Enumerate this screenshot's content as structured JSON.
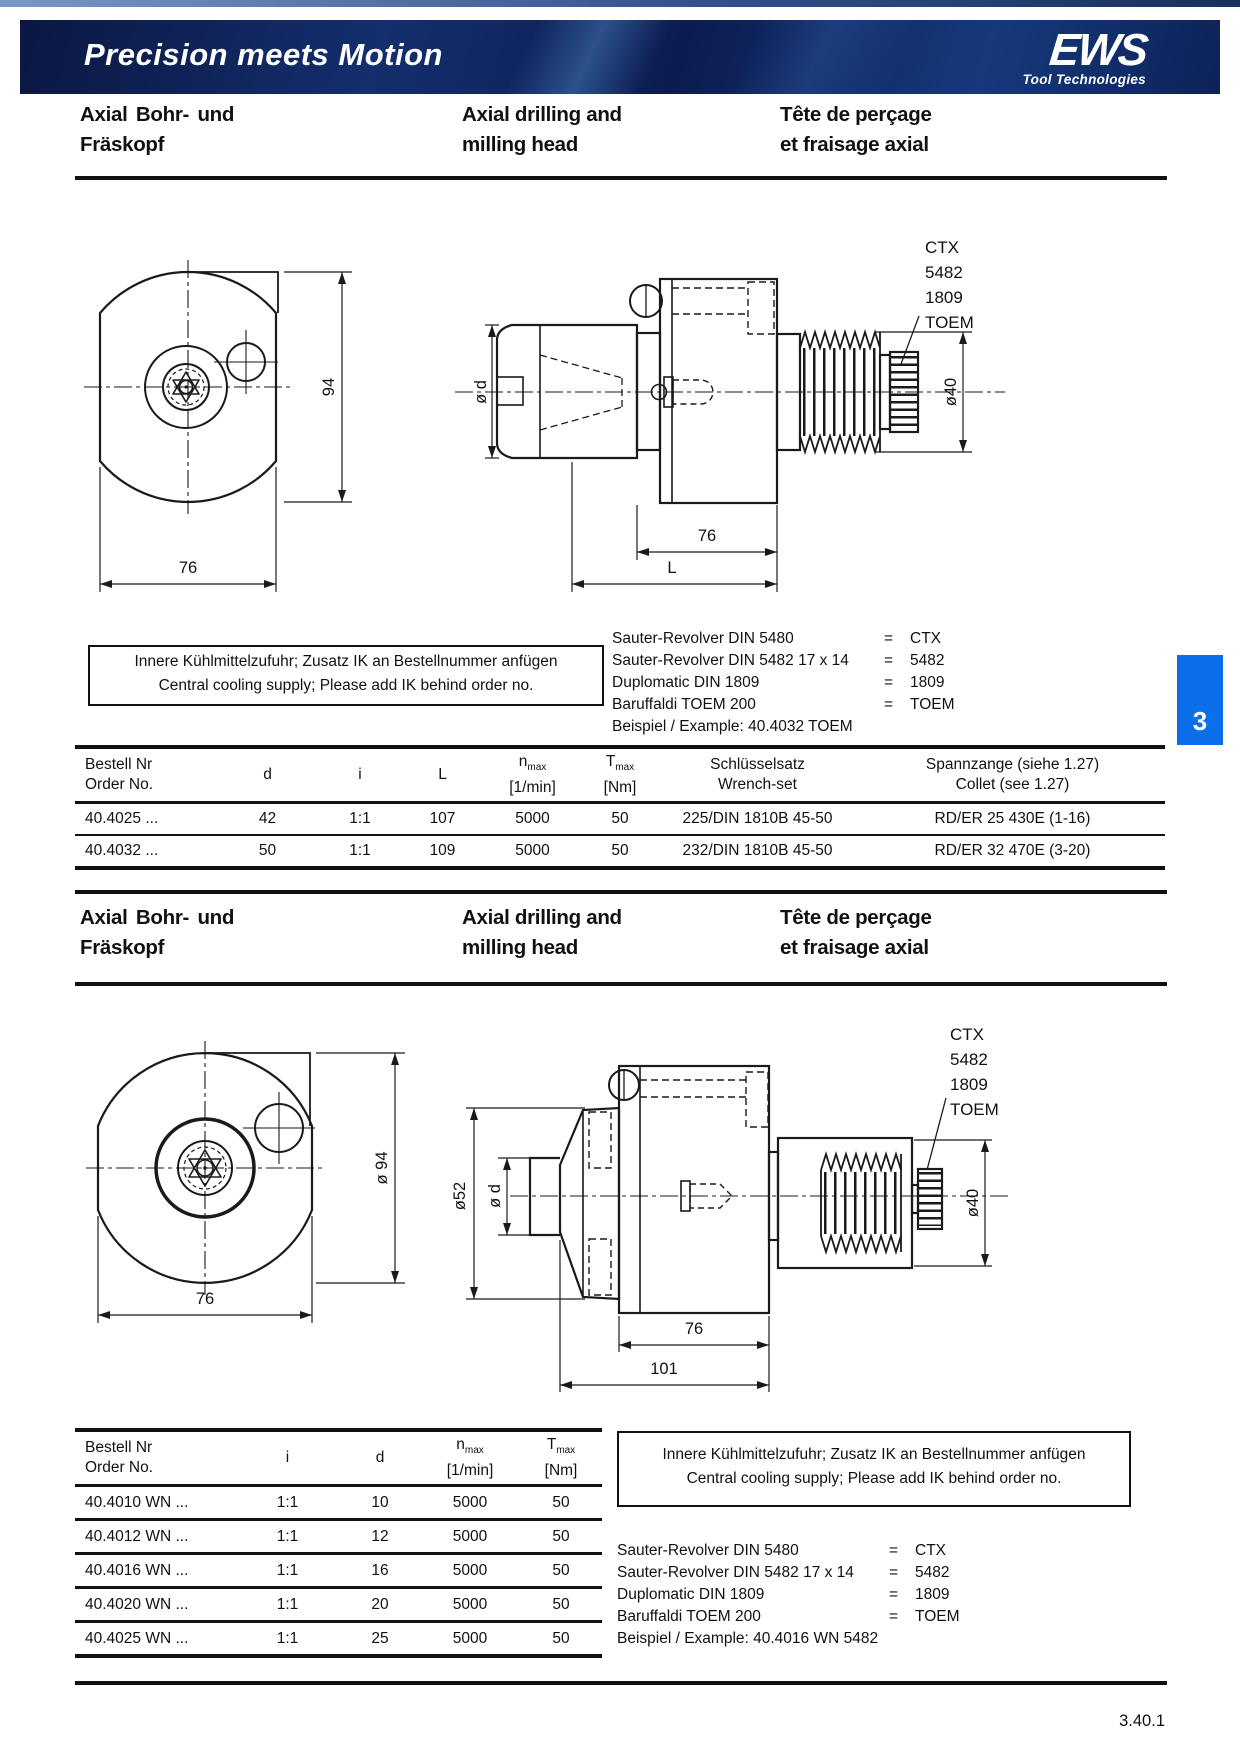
{
  "header": {
    "slogan": "Precision meets Motion",
    "logo_text": "EWS",
    "logo_tagline": "Tool Technologies"
  },
  "titles": {
    "de_line1": "Axial Bohr- und",
    "de_line2": "Fräskopf",
    "en_line1": "Axial drilling and",
    "en_line2": "milling head",
    "fr_line1": "Tête de perçage",
    "fr_line2": "et fraisage axial"
  },
  "cooling_note": {
    "line1": "Innere Kühlmittelzufuhr; Zusatz IK an Bestellnummer anfügen",
    "line2": "Central cooling supply; Please add IK behind order no."
  },
  "equivalence": {
    "rows": [
      {
        "label": "Sauter-Revolver DIN 5480",
        "eq": "=",
        "value": "CTX"
      },
      {
        "label": "Sauter-Revolver DIN 5482 17 x 14",
        "eq": "=",
        "value": "5482"
      },
      {
        "label": "Duplomatic DIN 1809",
        "eq": "=",
        "value": "1809"
      },
      {
        "label": "Baruffaldi TOEM 200",
        "eq": "=",
        "value": "TOEM"
      }
    ],
    "example_top": "Beispiel / Example: 40.4032 TOEM",
    "example_bottom": "Beispiel / Example: 40.4016 WN 5482"
  },
  "section_tab": {
    "number": "3",
    "color": "#0a6fe8"
  },
  "table1": {
    "col_order_l1": "Bestell Nr",
    "col_order_l2": "Order No.",
    "col_d": "d",
    "col_i": "i",
    "col_L": "L",
    "col_n_base": "n",
    "col_n_sub": "max",
    "col_n_unit": "[1/min]",
    "col_t_base": "T",
    "col_t_sub": "max",
    "col_t_unit": "[Nm]",
    "col_wrench_l1": "Schlüsselsatz",
    "col_wrench_l2": "Wrench-set",
    "col_collet_l1": "Spannzange (siehe 1.27)",
    "col_collet_l2": "Collet (see 1.27)",
    "rows": [
      [
        "40.4025 ...",
        "42",
        "1:1",
        "107",
        "5000",
        "50",
        "225/DIN 1810B 45-50",
        "RD/ER 25 430E (1-16)"
      ],
      [
        "40.4032 ...",
        "50",
        "1:1",
        "109",
        "5000",
        "50",
        "232/DIN 1810B 45-50",
        "RD/ER 32 470E (3-20)"
      ]
    ]
  },
  "table2": {
    "col_order_l1": "Bestell Nr",
    "col_order_l2": "Order No.",
    "col_i": "i",
    "col_d": "d",
    "col_n_base": "n",
    "col_n_sub": "max",
    "col_n_unit": "[1/min]",
    "col_t_base": "T",
    "col_t_sub": "max",
    "col_t_unit": "[Nm]",
    "rows": [
      [
        "40.4010 WN ...",
        "1:1",
        "10",
        "5000",
        "50"
      ],
      [
        "40.4012 WN ...",
        "1:1",
        "12",
        "5000",
        "50"
      ],
      [
        "40.4016 WN ...",
        "1:1",
        "16",
        "5000",
        "50"
      ],
      [
        "40.4020 WN ...",
        "1:1",
        "20",
        "5000",
        "50"
      ],
      [
        "40.4025 WN ...",
        "1:1",
        "25",
        "5000",
        "50"
      ]
    ]
  },
  "drawing1": {
    "front": {
      "dim_height": "94",
      "dim_width": "76"
    },
    "side": {
      "dim_collet": "ø d",
      "dim_spigot": "ø40",
      "dim_body": "76",
      "dim_total": "L",
      "callout_line1": "CTX",
      "callout_line2": "5482",
      "callout_line3": "1809",
      "callout_line4": "TOEM"
    }
  },
  "drawing2": {
    "front": {
      "dim_height": "ø 94",
      "dim_width": "76"
    },
    "side": {
      "dim_bell": "ø52",
      "dim_collet": "ø d",
      "dim_spigot": "ø40",
      "dim_body": "76",
      "dim_total": "101",
      "callout_line1": "CTX",
      "callout_line2": "5482",
      "callout_line3": "1809",
      "callout_line4": "TOEM"
    }
  },
  "footer": {
    "page_number": "3.40.1"
  }
}
